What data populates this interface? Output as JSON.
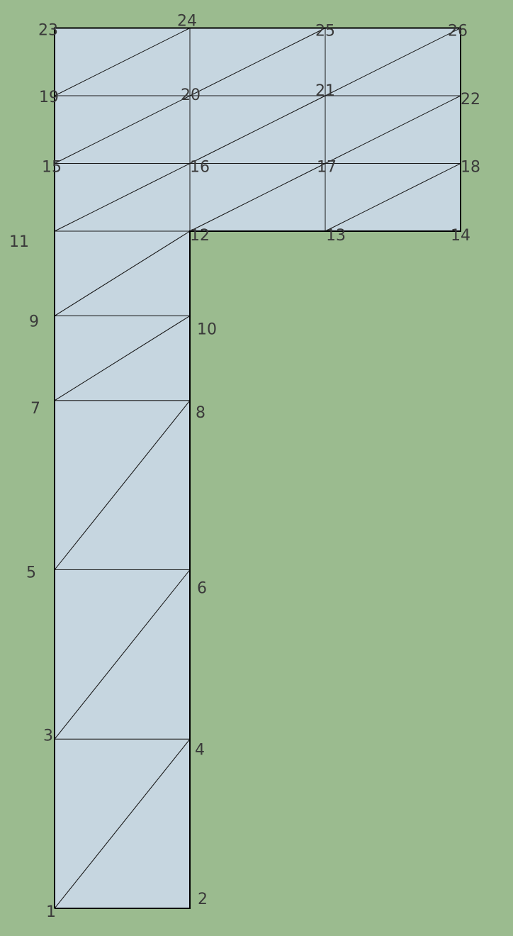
{
  "diagram": {
    "type": "finite-element-mesh",
    "colors": {
      "background": "#9bbb8f",
      "element_fill": "#c6d6e0",
      "edge": "#1a1a1a",
      "boundary": "#000000",
      "label": "#3a3a3a"
    },
    "nodes": [
      {
        "id": 1,
        "label": "1",
        "x": 0,
        "y": 0
      },
      {
        "id": 2,
        "label": "2",
        "x": 1,
        "y": 0
      },
      {
        "id": 3,
        "label": "3",
        "x": 0,
        "y": 1.25
      },
      {
        "id": 4,
        "label": "4",
        "x": 1,
        "y": 1.25
      },
      {
        "id": 5,
        "label": "5",
        "x": 0,
        "y": 2.5
      },
      {
        "id": 6,
        "label": "6",
        "x": 1,
        "y": 2.5
      },
      {
        "id": 7,
        "label": "7",
        "x": 0,
        "y": 3.75
      },
      {
        "id": 8,
        "label": "8",
        "x": 1,
        "y": 3.75
      },
      {
        "id": 9,
        "label": "9",
        "x": 0,
        "y": 4.375
      },
      {
        "id": 10,
        "label": "10",
        "x": 1,
        "y": 4.375
      },
      {
        "id": 11,
        "label": "11",
        "x": 0,
        "y": 5
      },
      {
        "id": 12,
        "label": "12",
        "x": 1,
        "y": 5
      },
      {
        "id": 13,
        "label": "13",
        "x": 2,
        "y": 5
      },
      {
        "id": 14,
        "label": "14",
        "x": 3,
        "y": 5
      },
      {
        "id": 15,
        "label": "15",
        "x": 0,
        "y": 5.5
      },
      {
        "id": 16,
        "label": "16",
        "x": 1,
        "y": 5.5
      },
      {
        "id": 17,
        "label": "17",
        "x": 2,
        "y": 5.5
      },
      {
        "id": 18,
        "label": "18",
        "x": 3,
        "y": 5.5
      },
      {
        "id": 19,
        "label": "19",
        "x": 0,
        "y": 6
      },
      {
        "id": 20,
        "label": "20",
        "x": 1,
        "y": 6
      },
      {
        "id": 21,
        "label": "21",
        "x": 2,
        "y": 6
      },
      {
        "id": 22,
        "label": "22",
        "x": 3,
        "y": 6
      },
      {
        "id": 23,
        "label": "23",
        "x": 0,
        "y": 6.5
      },
      {
        "id": 24,
        "label": "24",
        "x": 1,
        "y": 6.5
      },
      {
        "id": 25,
        "label": "25",
        "x": 2,
        "y": 6.5
      },
      {
        "id": 26,
        "label": "26",
        "x": 3,
        "y": 6.5
      }
    ],
    "elements": [
      [
        1,
        2,
        4
      ],
      [
        1,
        4,
        3
      ],
      [
        3,
        4,
        6
      ],
      [
        3,
        6,
        5
      ],
      [
        5,
        6,
        8
      ],
      [
        5,
        8,
        7
      ],
      [
        7,
        8,
        10
      ],
      [
        7,
        10,
        9
      ],
      [
        9,
        10,
        12
      ],
      [
        9,
        12,
        11
      ],
      [
        11,
        12,
        16
      ],
      [
        11,
        16,
        15
      ],
      [
        12,
        13,
        17
      ],
      [
        12,
        17,
        16
      ],
      [
        13,
        14,
        18
      ],
      [
        13,
        18,
        17
      ],
      [
        15,
        16,
        20
      ],
      [
        15,
        20,
        19
      ],
      [
        16,
        17,
        21
      ],
      [
        16,
        21,
        20
      ],
      [
        17,
        18,
        22
      ],
      [
        17,
        22,
        21
      ],
      [
        19,
        20,
        24
      ],
      [
        19,
        24,
        23
      ],
      [
        20,
        21,
        25
      ],
      [
        20,
        25,
        24
      ],
      [
        21,
        22,
        26
      ],
      [
        21,
        26,
        25
      ]
    ],
    "boundary": [
      1,
      2,
      4,
      6,
      8,
      10,
      12,
      13,
      14,
      18,
      22,
      26,
      25,
      24,
      23,
      19,
      15,
      11,
      9,
      7,
      5,
      3,
      1
    ]
  }
}
